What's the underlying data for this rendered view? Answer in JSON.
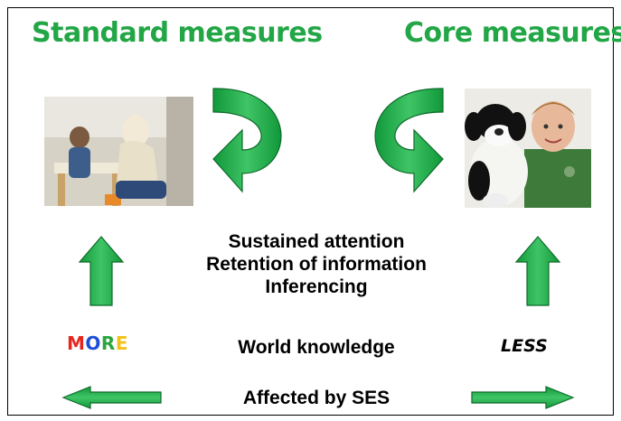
{
  "headings": {
    "left": "Standard measures",
    "right": "Core measures"
  },
  "center": {
    "lines": [
      "Sustained attention",
      "Retention of information",
      "Inferencing"
    ],
    "world_knowledge": "World knowledge",
    "affected": "Affected by SES"
  },
  "labels": {
    "more_letters": [
      "M",
      "O",
      "R",
      "E"
    ],
    "more_colors": [
      "#e8261f",
      "#1f4fd8",
      "#2aa63c",
      "#f2c21a"
    ],
    "less": "LESS"
  },
  "colors": {
    "accent_green": "#22a646",
    "arrow_green": "#1fa84a",
    "arrow_outline": "#0d6a2a"
  },
  "images": {
    "left_photo": "photo-testing-session",
    "right_photo": "photo-boy-with-toy-dog"
  }
}
